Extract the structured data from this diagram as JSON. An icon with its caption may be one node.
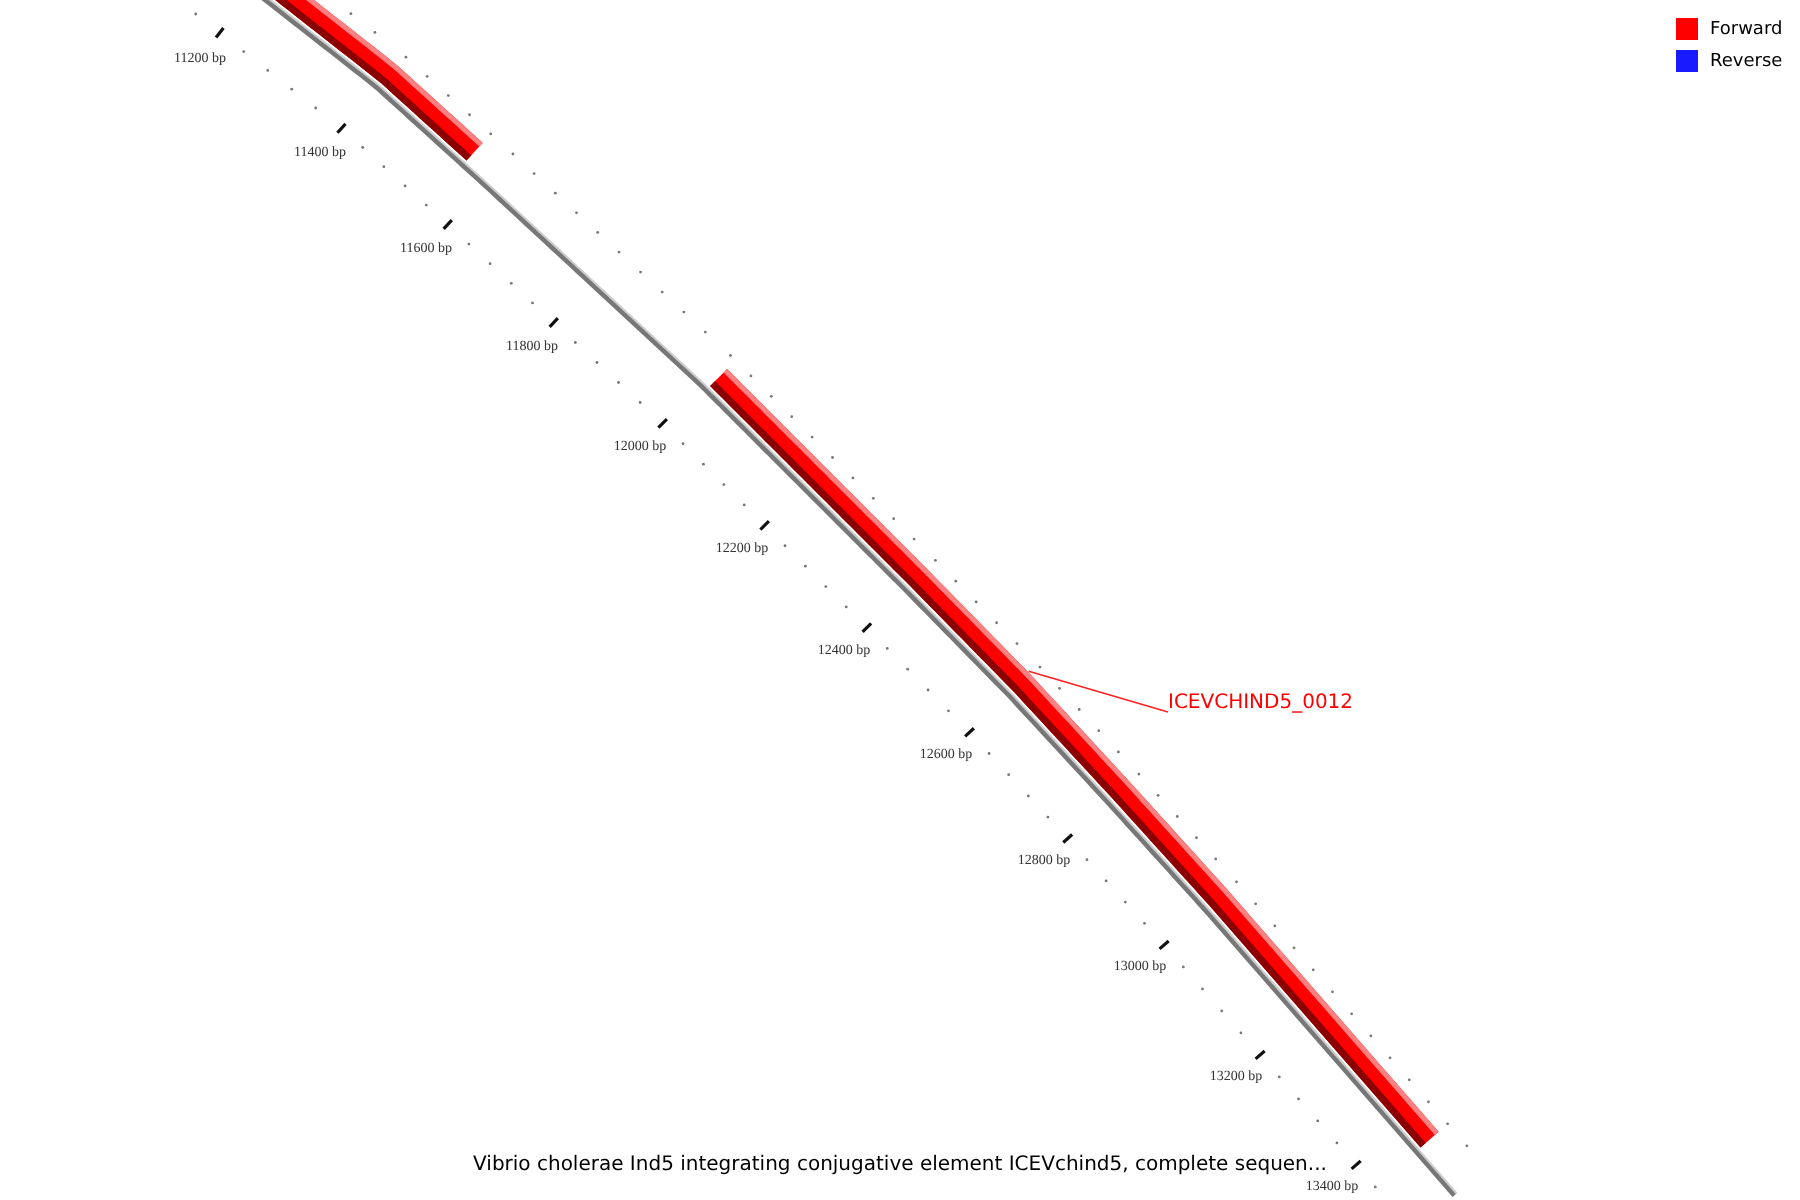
{
  "diagram": {
    "caption": "Vibrio cholerae Ind5 integrating conjugative element ICEVchind5, complete sequen...",
    "nodes": [
      {
        "text": [],
        "shape": "bar"
      },
      {
        "text": [
          "ICEVCHIND5_0012"
        ]
      },
      {
        "text": [],
        "shape": "bar"
      }
    ],
    "edges": [
      {
        "from": 1,
        "to": 2,
        "arrow": "none"
      }
    ],
    "labels": [
      "11200 bp",
      "11400 bp",
      "11600 bp",
      "11800 bp",
      "12000 bp",
      "12200 bp",
      "12400 bp",
      "12600 bp",
      "12800 bp",
      "13000 bp",
      "13200 bp",
      "13400 bp"
    ],
    "legend": [
      {
        "text": "Forward",
        "color": "#ff0000"
      },
      {
        "text": "Reverse",
        "color": "#1a1aff"
      }
    ]
  }
}
